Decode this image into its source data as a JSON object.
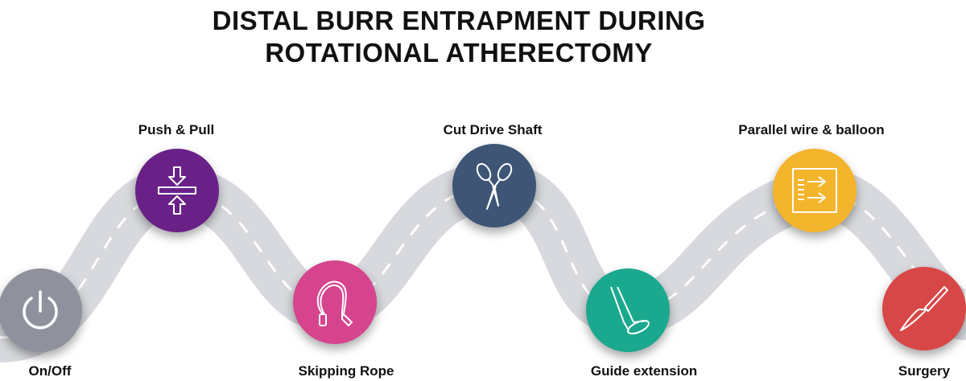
{
  "title": {
    "line1": "DISTAL BURR ENTRAPMENT DURING",
    "line2": "ROTATIONAL ATHERECTOMY"
  },
  "steps": [
    {
      "label": "On/Off",
      "icon": "power-icon",
      "color": "#8f929d"
    },
    {
      "label": "Push & Pull",
      "icon": "compress-arrows-icon",
      "color": "#6a2187"
    },
    {
      "label": "Skipping Rope",
      "icon": "skipping-rope-icon",
      "color": "#d6448d"
    },
    {
      "label": "Cut Drive Shaft",
      "icon": "scissors-icon",
      "color": "#3e5575"
    },
    {
      "label": "Guide extension",
      "icon": "guide-extension-icon",
      "color": "#1aa88e"
    },
    {
      "label": "Parallel wire & balloon",
      "icon": "parallel-arrows-icon",
      "color": "#f3b52c"
    },
    {
      "label": "Surgery",
      "icon": "scalpel-icon",
      "color": "#d84747"
    }
  ],
  "colors": {
    "road": "#d7d9de",
    "road_dash": "#ffffff",
    "icon_line": "#ffffff"
  }
}
